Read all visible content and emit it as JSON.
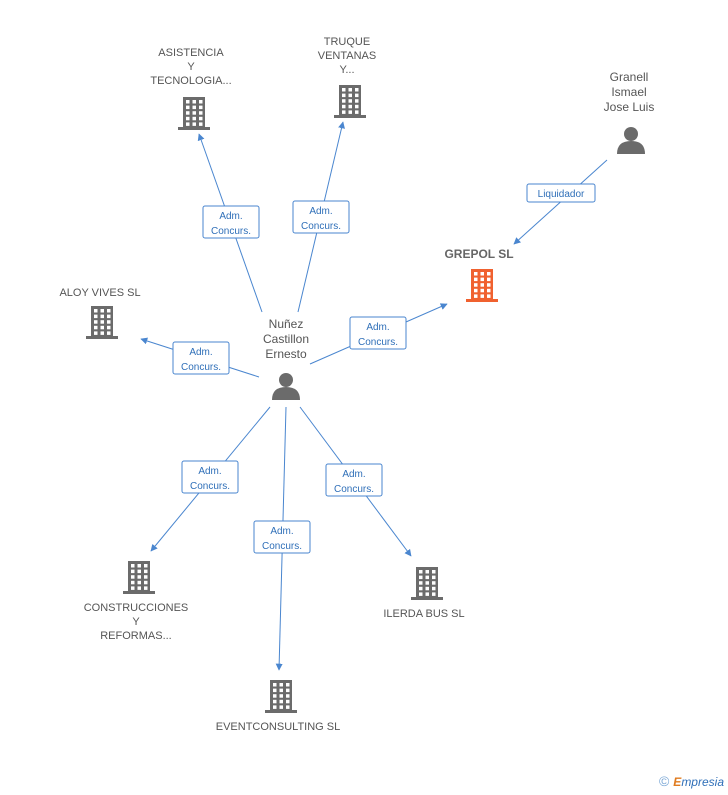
{
  "nodes": [
    {
      "id": "asistencia",
      "kind": "company",
      "lines": [
        "ASISTENCIA",
        "Y",
        "TECNOLOGIA..."
      ]
    },
    {
      "id": "truque",
      "kind": "company",
      "lines": [
        "TRUQUE",
        "VENTANAS",
        "Y..."
      ]
    },
    {
      "id": "granell",
      "kind": "person",
      "lines": [
        "Granell",
        "Ismael",
        "Jose Luis"
      ]
    },
    {
      "id": "grepol",
      "kind": "company",
      "focus": true,
      "lines": [
        "GREPOL SL"
      ]
    },
    {
      "id": "aloy",
      "kind": "company",
      "lines": [
        "ALOY VIVES SL"
      ]
    },
    {
      "id": "nunez",
      "kind": "person",
      "lines": [
        "Nuñez",
        "Castillon",
        "Ernesto"
      ]
    },
    {
      "id": "construcciones",
      "kind": "company",
      "lines": [
        "CONSTRUCCIONES",
        "Y",
        "REFORMAS..."
      ]
    },
    {
      "id": "ilerda",
      "kind": "company",
      "lines": [
        "ILERDA BUS SL"
      ]
    },
    {
      "id": "eventconsulting",
      "kind": "company",
      "lines": [
        "EVENTCONSULTING SL"
      ]
    }
  ],
  "edges": [
    {
      "from": "nunez",
      "to": "asistencia",
      "label": [
        "Adm.",
        "Concurs."
      ]
    },
    {
      "from": "nunez",
      "to": "truque",
      "label": [
        "Adm.",
        "Concurs."
      ]
    },
    {
      "from": "nunez",
      "to": "grepol",
      "label": [
        "Adm.",
        "Concurs."
      ]
    },
    {
      "from": "nunez",
      "to": "aloy",
      "label": [
        "Adm.",
        "Concurs."
      ]
    },
    {
      "from": "nunez",
      "to": "construcciones",
      "label": [
        "Adm.",
        "Concurs."
      ]
    },
    {
      "from": "nunez",
      "to": "eventconsulting",
      "label": [
        "Adm.",
        "Concurs."
      ]
    },
    {
      "from": "nunez",
      "to": "ilerda",
      "label": [
        "Adm.",
        "Concurs."
      ]
    },
    {
      "from": "granell",
      "to": "grepol",
      "label": [
        "Liquidador"
      ]
    }
  ],
  "colors": {
    "edge": "#4a86cf",
    "company_icon": "#6b6b6b",
    "focus_icon": "#f0612f",
    "person_icon": "#6b6b6b"
  },
  "watermark": {
    "copyright": "©",
    "brand_first": "E",
    "brand_rest": "mpresia"
  }
}
